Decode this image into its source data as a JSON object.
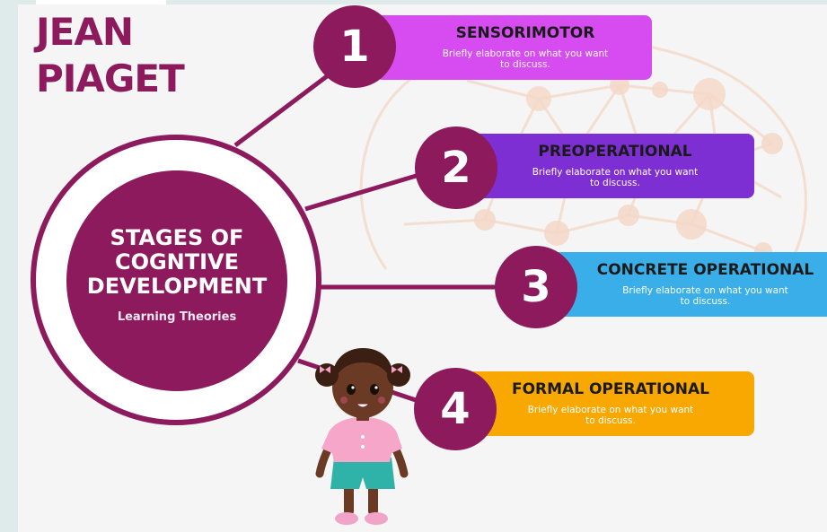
{
  "title_line1": "JEAN",
  "title_line2": "PIAGET",
  "center": {
    "heading": "STAGES OF\nCOGNTIVE\nDEVELOPMENT",
    "subtitle": "Learning Theories"
  },
  "stages": [
    {
      "number": "1",
      "title": "SENSORIMOTOR",
      "description": "Briefly elaborate on what you want\nto discuss.",
      "color": "#d64cf0"
    },
    {
      "number": "2",
      "title": "PREOPERATIONAL",
      "description": "Briefly elaborate on what you want\nto discuss.",
      "color": "#7e2fd3"
    },
    {
      "number": "3",
      "title": "CONCRETE OPERATIONAL",
      "description": "Briefly elaborate on what you want\nto discuss.",
      "color": "#3aaee8"
    },
    {
      "number": "4",
      "title": "FORMAL OPERATIONAL",
      "description": "Briefly elaborate on what you want\nto discuss.",
      "color": "#f8a800"
    }
  ],
  "colors": {
    "primary": "#8c1a5c",
    "background": "#f4f5f4"
  }
}
